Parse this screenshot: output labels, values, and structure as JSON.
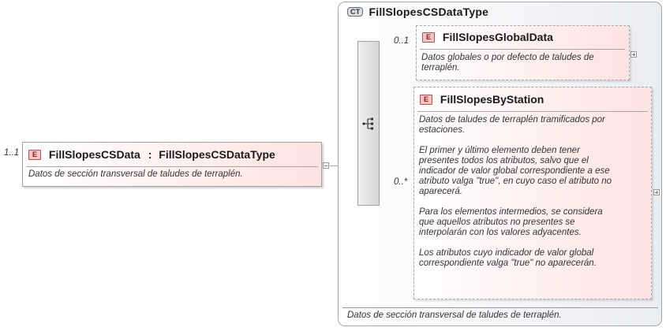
{
  "root": {
    "multiplicity": "1..1",
    "badge": "E",
    "name": "FillSlopesCSData",
    "type_separator": ":",
    "type_name": "FillSlopesCSDataType",
    "description": "Datos de sección transversal de taludes de terraplén."
  },
  "complex_type": {
    "badge": "CT",
    "name": "FillSlopesCSDataType",
    "description": "Datos de sección transversal de taludes de terraplén."
  },
  "children": [
    {
      "multiplicity": "0..1",
      "badge": "E",
      "name": "FillSlopesGlobalData",
      "description": "Datos globales o por defecto de taludes de\nterraplén."
    },
    {
      "multiplicity": "0..*",
      "badge": "E",
      "name": "FillSlopesByStation",
      "description": "Datos de taludes de terraplén tramificados por\nestaciones.\n\nEl primer y último elemento deben tener\npresentes todos los atributos, salvo que el\nindicador de valor global correspondiente a ese\natributo valga \"true\", en cuyo caso el atributo no\naparecerá.\n\nPara los elementos intermedios, se considera\nque aquellos atributos no presentes se\ninterpolarán con los valores adyacentes.\n\nLos atributos cuyo indicador de valor global\ncorrespondiente valga \"true\" no aparecerán."
    }
  ],
  "icons": {
    "compositor": "sequence-icon",
    "collapse": "collapse-icon",
    "expand": "expand-icon"
  }
}
